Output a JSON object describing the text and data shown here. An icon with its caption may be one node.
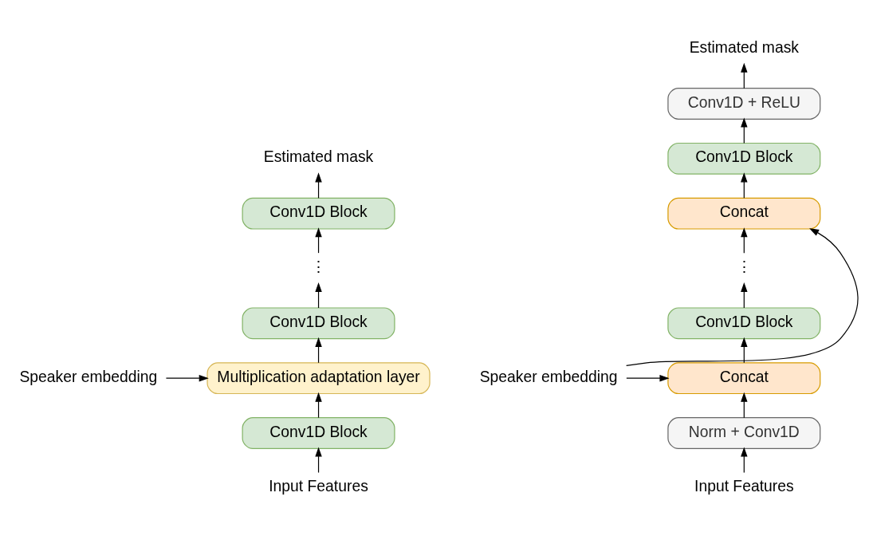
{
  "diagram": {
    "nodes": [
      {
        "text": [
          "Estimated mask"
        ]
      },
      {
        "text": [
          "Conv1D Block"
        ]
      },
      {
        "text": [
          "⋮"
        ]
      },
      {
        "text": [
          "Conv1D Block"
        ]
      },
      {
        "text": [
          "Multiplication adaptation layer"
        ]
      },
      {
        "text": [
          "Speaker embedding"
        ]
      },
      {
        "text": [
          "Conv1D Block"
        ]
      },
      {
        "text": [
          "Input Features"
        ]
      },
      {
        "text": [
          "Estimated mask"
        ]
      },
      {
        "text": [
          "Conv1D + ReLU"
        ]
      },
      {
        "text": [
          "Conv1D Block"
        ]
      },
      {
        "text": [
          "Concat"
        ]
      },
      {
        "text": [
          "⋮"
        ]
      },
      {
        "text": [
          "Conv1D Block"
        ]
      },
      {
        "text": [
          "Concat"
        ]
      },
      {
        "text": [
          "Norm + Conv1D"
        ]
      },
      {
        "text": [
          "Input Features"
        ]
      },
      {
        "text": [
          "Speaker embedding"
        ]
      }
    ],
    "edges": [
      {
        "from": 7,
        "to": 6,
        "arrow": "to"
      },
      {
        "from": 6,
        "to": 4,
        "arrow": "to"
      },
      {
        "from": 5,
        "to": 4,
        "arrow": "to"
      },
      {
        "from": 4,
        "to": 3,
        "arrow": "to"
      },
      {
        "from": 3,
        "to": 2,
        "arrow": "to"
      },
      {
        "from": 2,
        "to": 1,
        "arrow": "to"
      },
      {
        "from": 1,
        "to": 0,
        "arrow": "to"
      },
      {
        "from": 16,
        "to": 15,
        "arrow": "to"
      },
      {
        "from": 15,
        "to": 14,
        "arrow": "to"
      },
      {
        "from": 17,
        "to": 14,
        "arrow": "to"
      },
      {
        "from": 17,
        "to": 11,
        "arrow": "to"
      },
      {
        "from": 14,
        "to": 13,
        "arrow": "to"
      },
      {
        "from": 13,
        "to": 12,
        "arrow": "to"
      },
      {
        "from": 12,
        "to": 11,
        "arrow": "to"
      },
      {
        "from": 11,
        "to": 10,
        "arrow": "to"
      },
      {
        "from": 10,
        "to": 9,
        "arrow": "to"
      },
      {
        "from": 9,
        "to": 8,
        "arrow": "to"
      }
    ]
  }
}
